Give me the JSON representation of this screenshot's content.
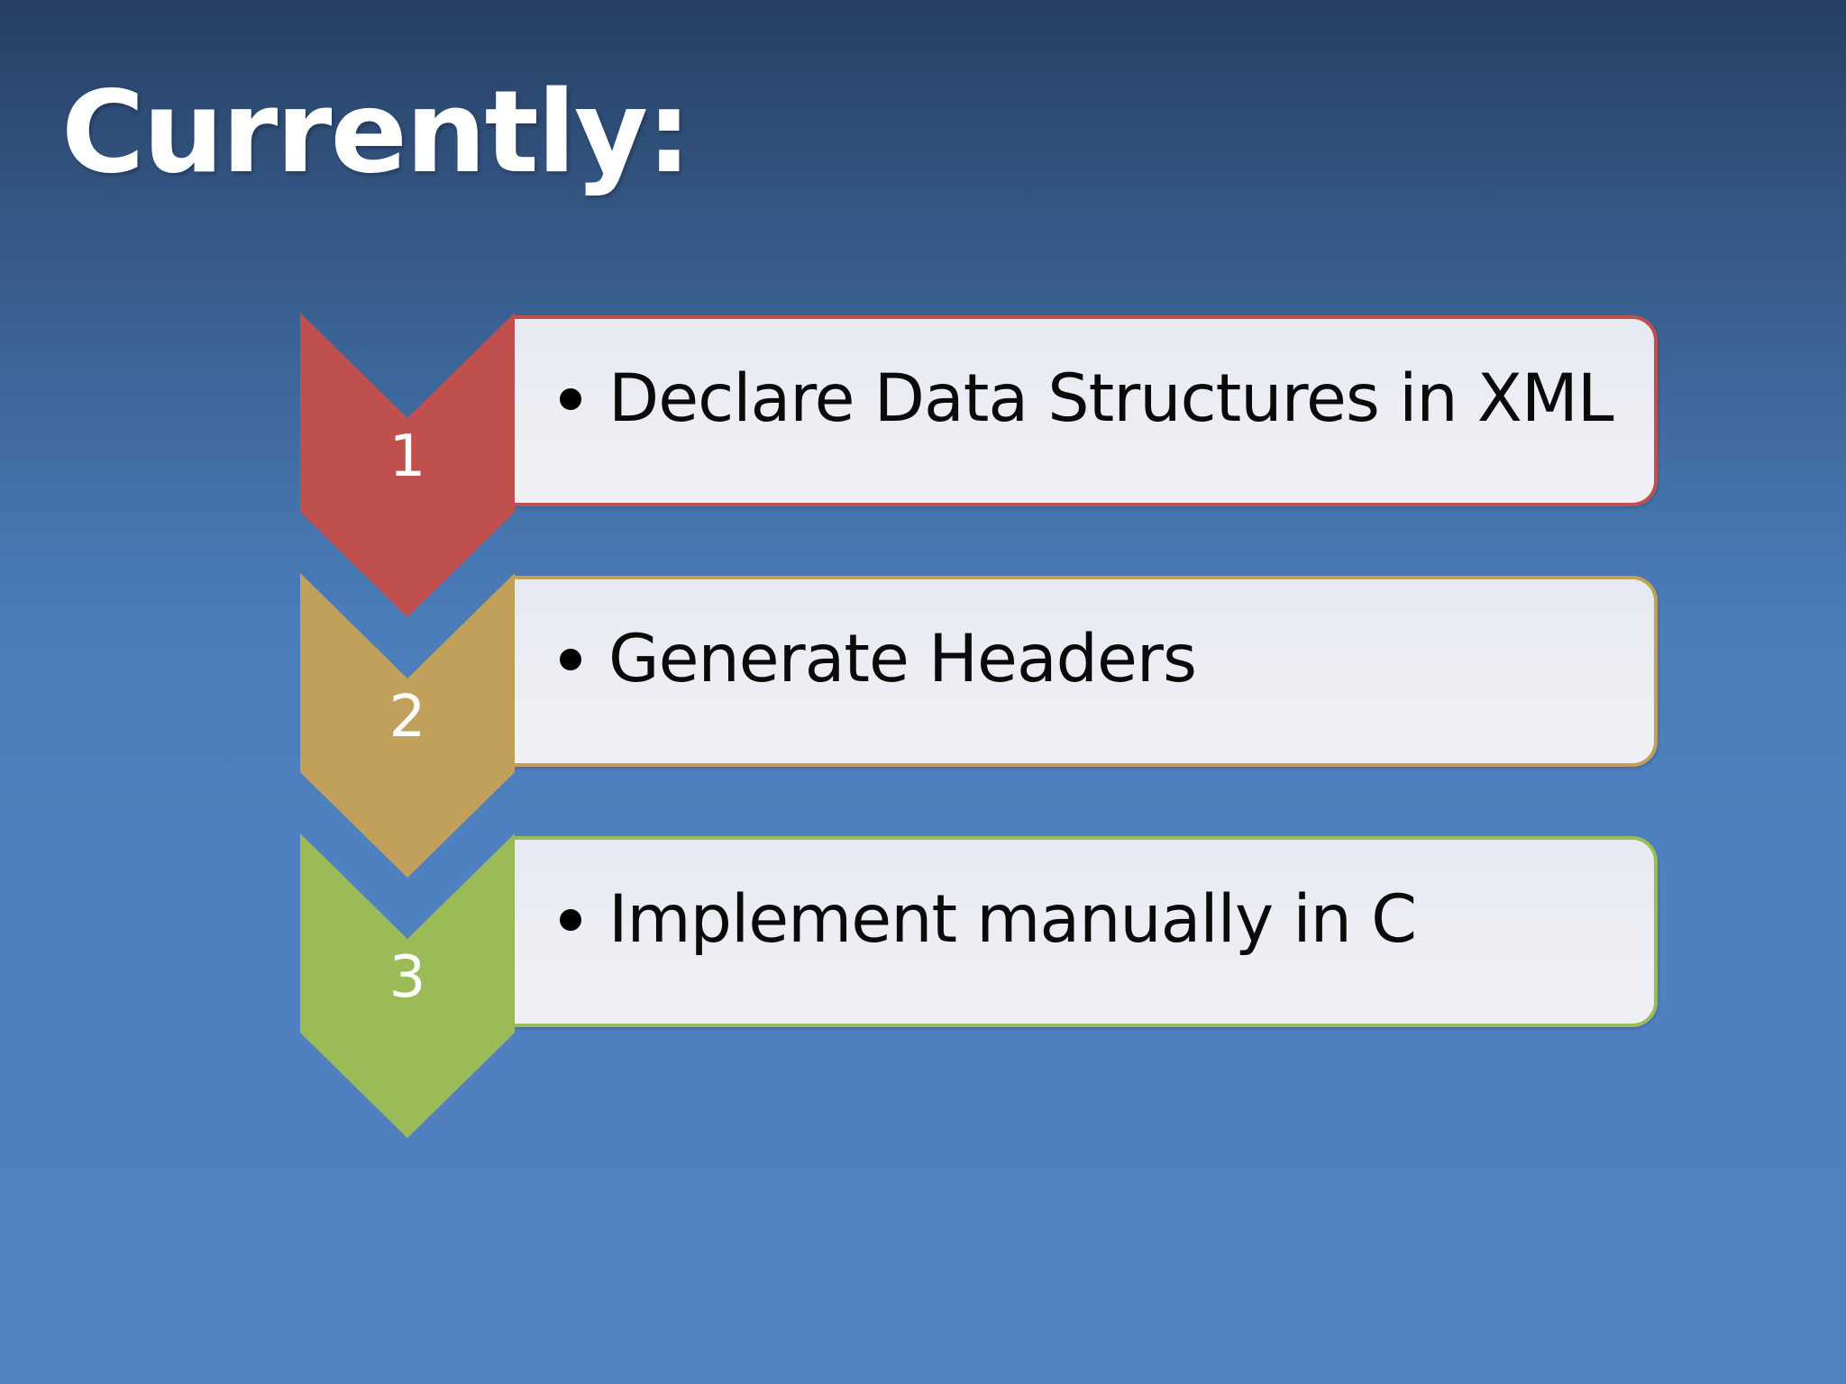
{
  "title": "Currently:",
  "steps": [
    {
      "number": "1",
      "text": "Declare Data Structures in XML",
      "color": "#c0504d",
      "border": "#c0504d"
    },
    {
      "number": "2",
      "text": "Generate Headers",
      "color": "#c0a05a",
      "border": "#c0a05a"
    },
    {
      "number": "3",
      "text": "Implement manually in C",
      "color": "#9bbb59",
      "border": "#9bbb59"
    }
  ]
}
